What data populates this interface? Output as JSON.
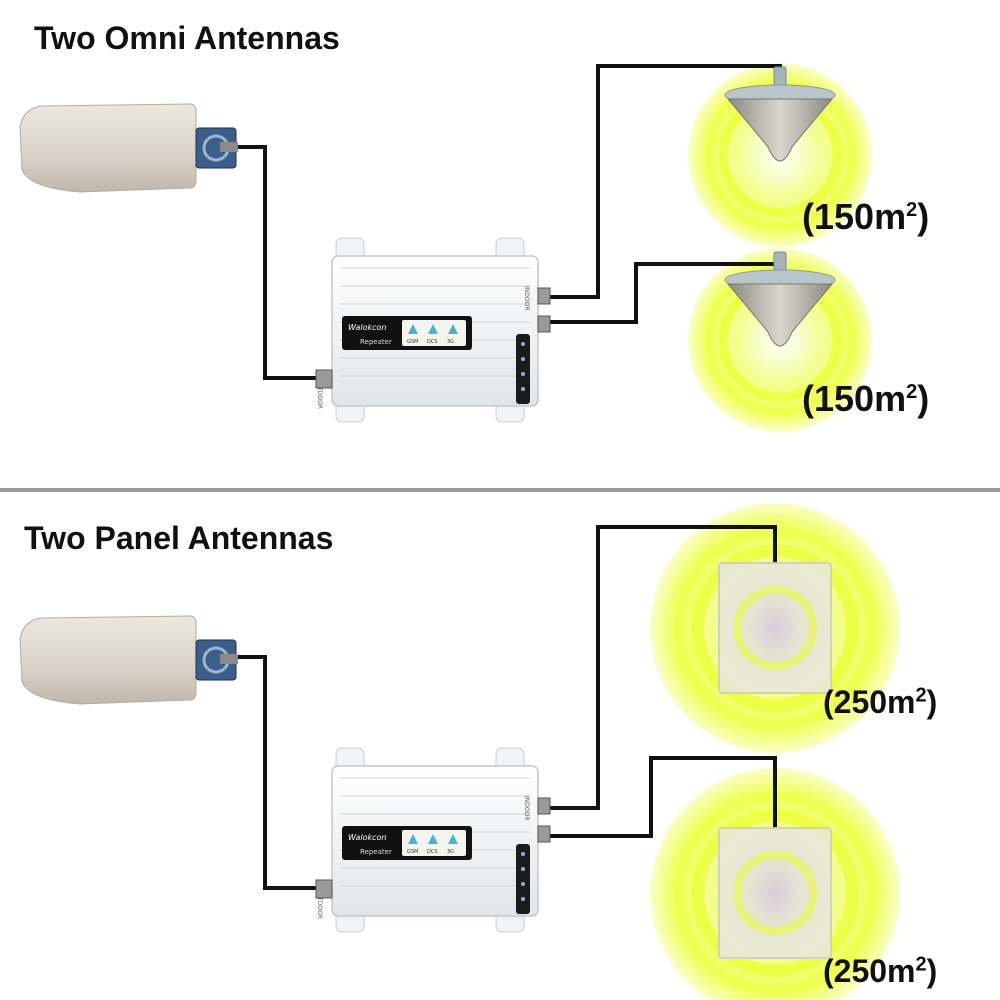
{
  "sections": [
    {
      "title": "Two Omni Antennas",
      "repeater": {
        "brand": "Walokcon",
        "model_label": "Repeater",
        "bands": [
          "GSM",
          "DCS",
          "3G"
        ],
        "port_labels": {
          "outdoor": "OUTDOOR",
          "indoor": "INDOOR"
        }
      },
      "antennas": [
        {
          "type": "omni",
          "coverage_value": "150",
          "coverage_unit": "m",
          "coverage_exp": "2"
        },
        {
          "type": "omni",
          "coverage_value": "150",
          "coverage_unit": "m",
          "coverage_exp": "2"
        }
      ]
    },
    {
      "title": "Two Panel Antennas",
      "repeater": {
        "brand": "Walokcon",
        "model_label": "Repeater",
        "bands": [
          "GSM",
          "DCS",
          "3G"
        ],
        "port_labels": {
          "outdoor": "OUTDOOR",
          "indoor": "INDOOR"
        }
      },
      "antennas": [
        {
          "type": "panel",
          "coverage_value": "250",
          "coverage_unit": "m",
          "coverage_exp": "2"
        },
        {
          "type": "panel",
          "coverage_value": "250",
          "coverage_unit": "m",
          "coverage_exp": "2"
        }
      ]
    }
  ],
  "colors": {
    "signal_glow": "#eaff2a",
    "cable": "#111111",
    "divider": "#9a9aa6",
    "repeater_body": "#eef0f2",
    "outdoor_antenna": "#d8d2c8"
  }
}
